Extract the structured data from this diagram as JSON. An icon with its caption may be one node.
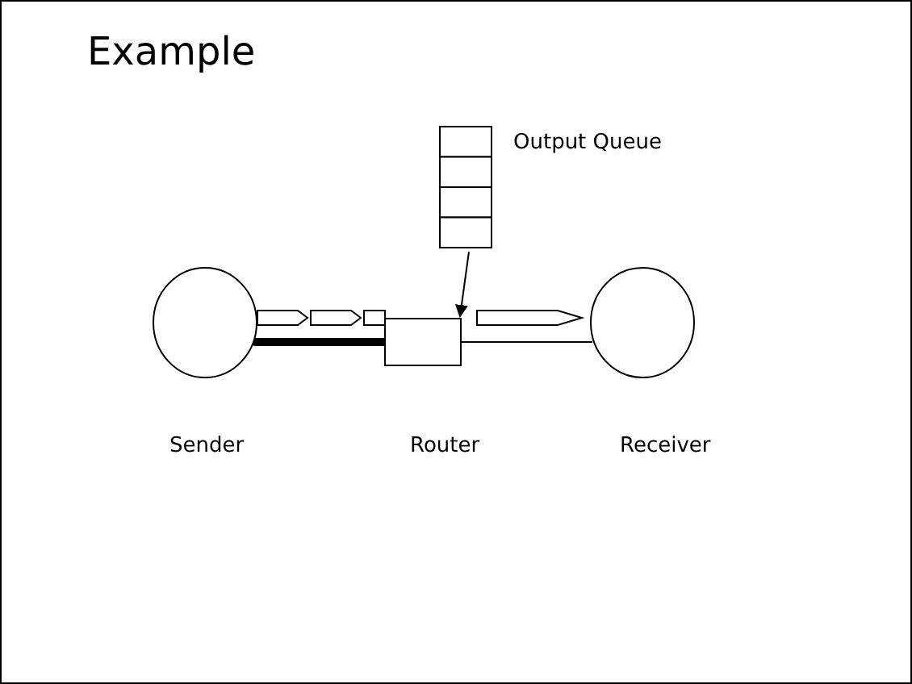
{
  "diagram": {
    "title": "Example",
    "nodes": [
      {
        "text": [],
        "shape": "circle",
        "beside": [
          "Sender"
        ]
      },
      {
        "text": [],
        "shape": "box",
        "beside": [
          "Router"
        ]
      },
      {
        "text": [],
        "shape": "circle",
        "beside": [
          "Receiver"
        ]
      },
      {
        "text": [],
        "shape": "stack",
        "beside": [
          "Output Queue"
        ]
      }
    ],
    "edges": [
      {
        "from": 0,
        "to": 1,
        "arrow": "none",
        "style": "thick"
      },
      {
        "from": 1,
        "to": 2,
        "arrow": "none"
      },
      {
        "from": 3,
        "to": 1,
        "arrow": "to"
      }
    ]
  }
}
